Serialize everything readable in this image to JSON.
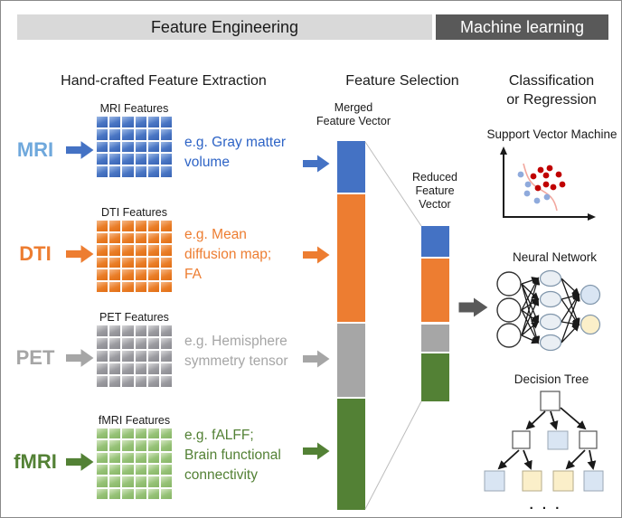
{
  "figure": {
    "stage_bars": [
      {
        "label": "Feature Engineering",
        "bg": "#D9D9D9",
        "text_color": "#1A1A1A"
      },
      {
        "label": "Machine learning",
        "bg": "#595959",
        "text_color": "#FFFFFF"
      }
    ],
    "columns": [
      {
        "title": "Hand-crafted Feature Extraction"
      },
      {
        "title": "Feature Selection"
      },
      {
        "title": "Classification\nor Regression"
      }
    ]
  },
  "modalities": [
    {
      "id": "mri",
      "label": "MRI",
      "grid_title": "MRI Features",
      "caption": "e.g. Gray matter\nvolume",
      "color": "#4472C4",
      "label_color": "#6FA8DC",
      "caption_color": "#2E64C6"
    },
    {
      "id": "dti",
      "label": "DTI",
      "grid_title": "DTI Features",
      "caption": "e.g. Mean\ndiffusion map;\nFA",
      "color": "#ED7D31",
      "label_color": "#ED7D31",
      "caption_color": "#ED7D31"
    },
    {
      "id": "pet",
      "label": "PET",
      "grid_title": "PET Features",
      "caption": "e.g. Hemisphere\nsymmetry tensor",
      "color": "#A6A6A6",
      "label_color": "#A6A6A6",
      "caption_color": "#A6A6A6"
    },
    {
      "id": "fmri",
      "label": "fMRI",
      "grid_title": "fMRI Features",
      "caption": "e.g. fALFF;\nBrain functional\nconnectivity",
      "color": "#538135",
      "label_color": "#538135",
      "caption_color": "#538135"
    }
  ],
  "feature_selection": {
    "merged_label": "Merged\nFeature Vector",
    "reduced_label": "Reduced\nFeature\nVector",
    "segment_colors": [
      "#4472C4",
      "#ED7D31",
      "#A6A6A6",
      "#538135"
    ]
  },
  "classifiers": {
    "svm_title": "Support Vector Machine",
    "nn_title": "Neural Network",
    "dt_title": "Decision Tree",
    "ellipsis": ". . .",
    "svm_dot_colors": {
      "class_a": "#8FAADC",
      "class_b": "#C00000",
      "boundary": "#F2A79E"
    },
    "node_colors": {
      "blue": "#D9E5F3",
      "yellow": "#FBEFC9"
    }
  }
}
